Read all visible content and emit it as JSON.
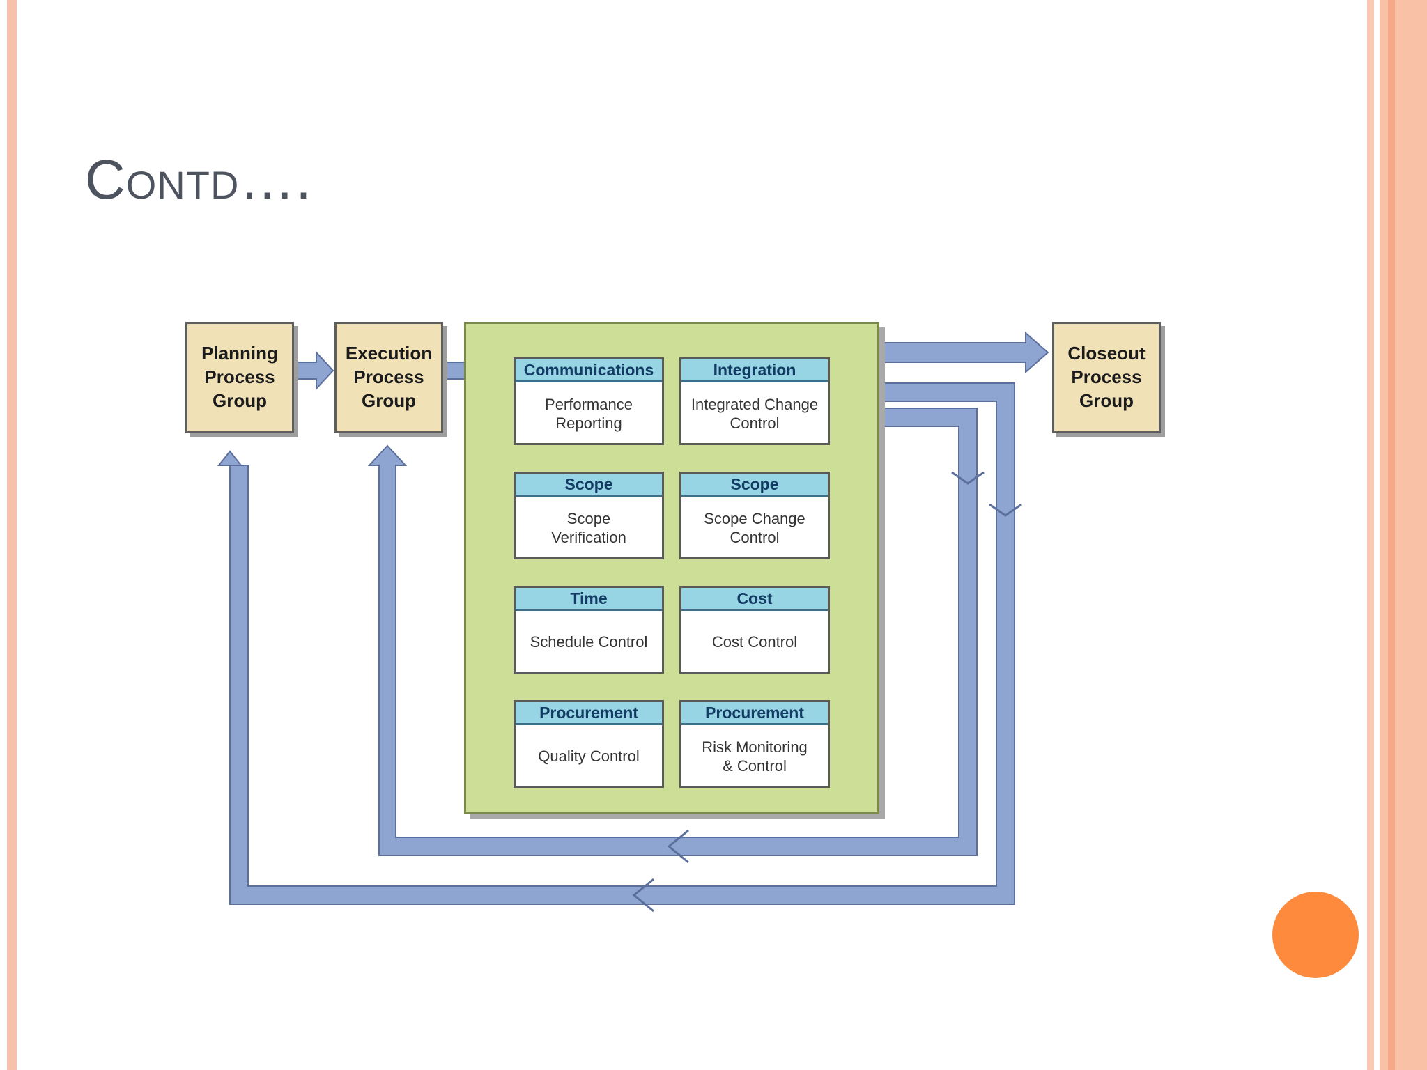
{
  "slide": {
    "title": "Contd…."
  },
  "diagram": {
    "planning": "Planning\nProcess\nGroup",
    "execution": "Execution\nProcess\nGroup",
    "closeout": "Closeout\nProcess\nGroup",
    "cards": [
      {
        "head": "Communications",
        "body": "Performance\nReporting"
      },
      {
        "head": "Integration",
        "body": "Integrated Change\nControl"
      },
      {
        "head": "Scope",
        "body": "Scope\nVerification"
      },
      {
        "head": "Scope",
        "body": "Scope Change\nControl"
      },
      {
        "head": "Time",
        "body": "Schedule Control"
      },
      {
        "head": "Cost",
        "body": "Cost Control"
      },
      {
        "head": "Procurement",
        "body": "Quality Control"
      },
      {
        "head": "Procurement",
        "body": "Risk Monitoring\n& Control"
      }
    ]
  },
  "colors": {
    "arrow": "#8ea5d2",
    "arrow_outline": "#5c6f9c",
    "panel": "#cddf97",
    "process_box": "#f1e1b7",
    "card_header": "#98d5e4",
    "accent_dot": "#fd8a3d"
  }
}
